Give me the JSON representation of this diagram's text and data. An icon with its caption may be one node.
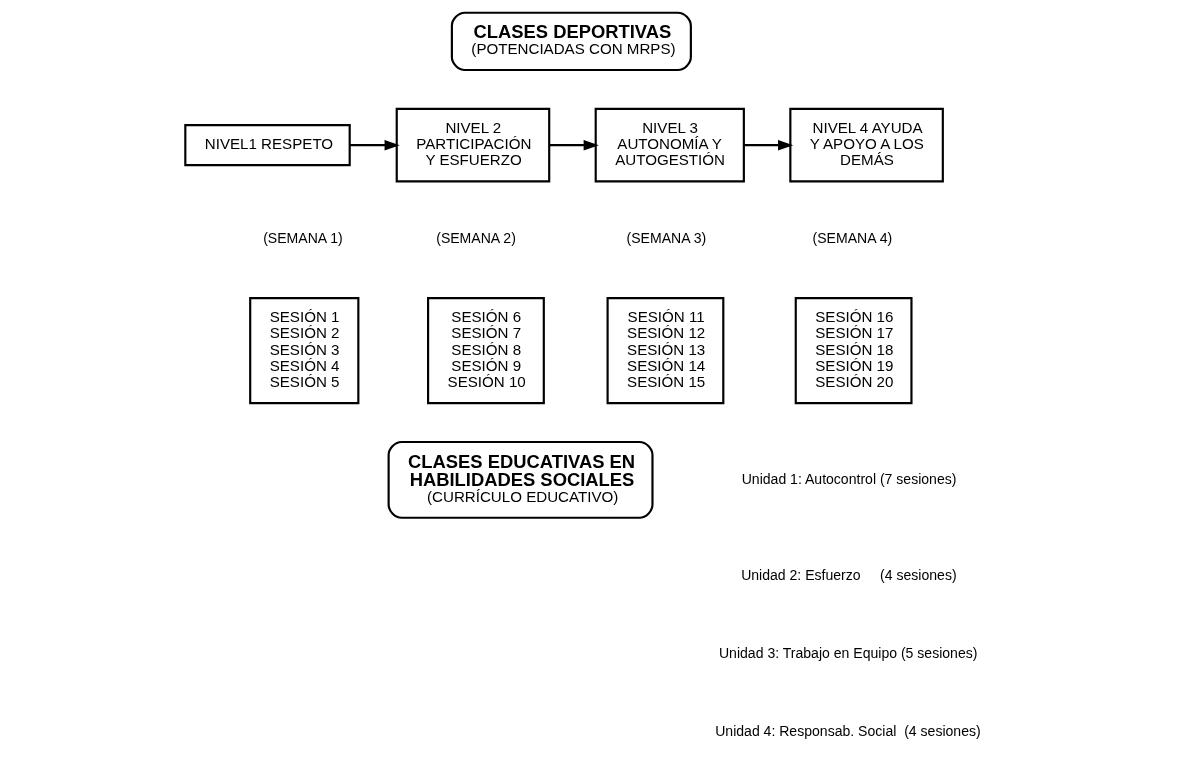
{
  "diagram": {
    "nodes": [
      {
        "text": [
          "CLASES DEPORTIVAS",
          "(POTENCIADAS CON MRPS)"
        ]
      },
      {
        "text": [
          "NIVEL1 RESPETO"
        ]
      },
      {
        "text": [
          "NIVEL 2 PARTICIPACIÓN Y ESFUERZO"
        ]
      },
      {
        "text": [
          "NIVEL 3 AUTONOMÍA Y AUTOGESTIÓN"
        ]
      },
      {
        "text": [
          "NIVEL 4 AYUDA Y APOYO A LOS DEMÁS"
        ]
      },
      {
        "text": [
          "SESIÓN 1",
          "SESIÓN 2",
          "SESIÓN 3",
          "SESIÓN 4",
          "SESIÓN 5"
        ]
      },
      {
        "text": [
          "SESIÓN 6",
          "SESIÓN 7",
          "SESIÓN 8",
          "SESIÓN 9",
          "SESIÓN 10"
        ]
      },
      {
        "text": [
          "SESIÓN 11",
          "SESIÓN 12",
          "SESIÓN 13",
          "SESIÓN 14",
          "SESIÓN 15"
        ]
      },
      {
        "text": [
          "SESIÓN 16",
          "SESIÓN 17",
          "SESIÓN 18",
          "SESIÓN 19",
          "SESIÓN 20"
        ]
      },
      {
        "text": [
          "CLASES EDUCATIVAS EN HABILIDADES SOCIALES",
          "(CURRÍCULO EDUCATIVO)"
        ]
      }
    ],
    "edges": [
      {
        "from": 1,
        "to": 2,
        "arrow": "to"
      },
      {
        "from": 2,
        "to": 3,
        "arrow": "to"
      },
      {
        "from": 3,
        "to": 4,
        "arrow": "to"
      }
    ],
    "labels": [
      "(SEMANA 1)",
      "(SEMANA 2)",
      "(SEMANA 3)",
      "(SEMANA 4)",
      "Unidad 1: Autocontrol (7 sesiones)",
      "Unidad 2: Esfuerzo     (4 sesiones)",
      "Unidad 3: Trabajo en Equipo (5 sesiones)",
      "Unidad 4: Responsab. Social  (4 sesiones)"
    ]
  }
}
